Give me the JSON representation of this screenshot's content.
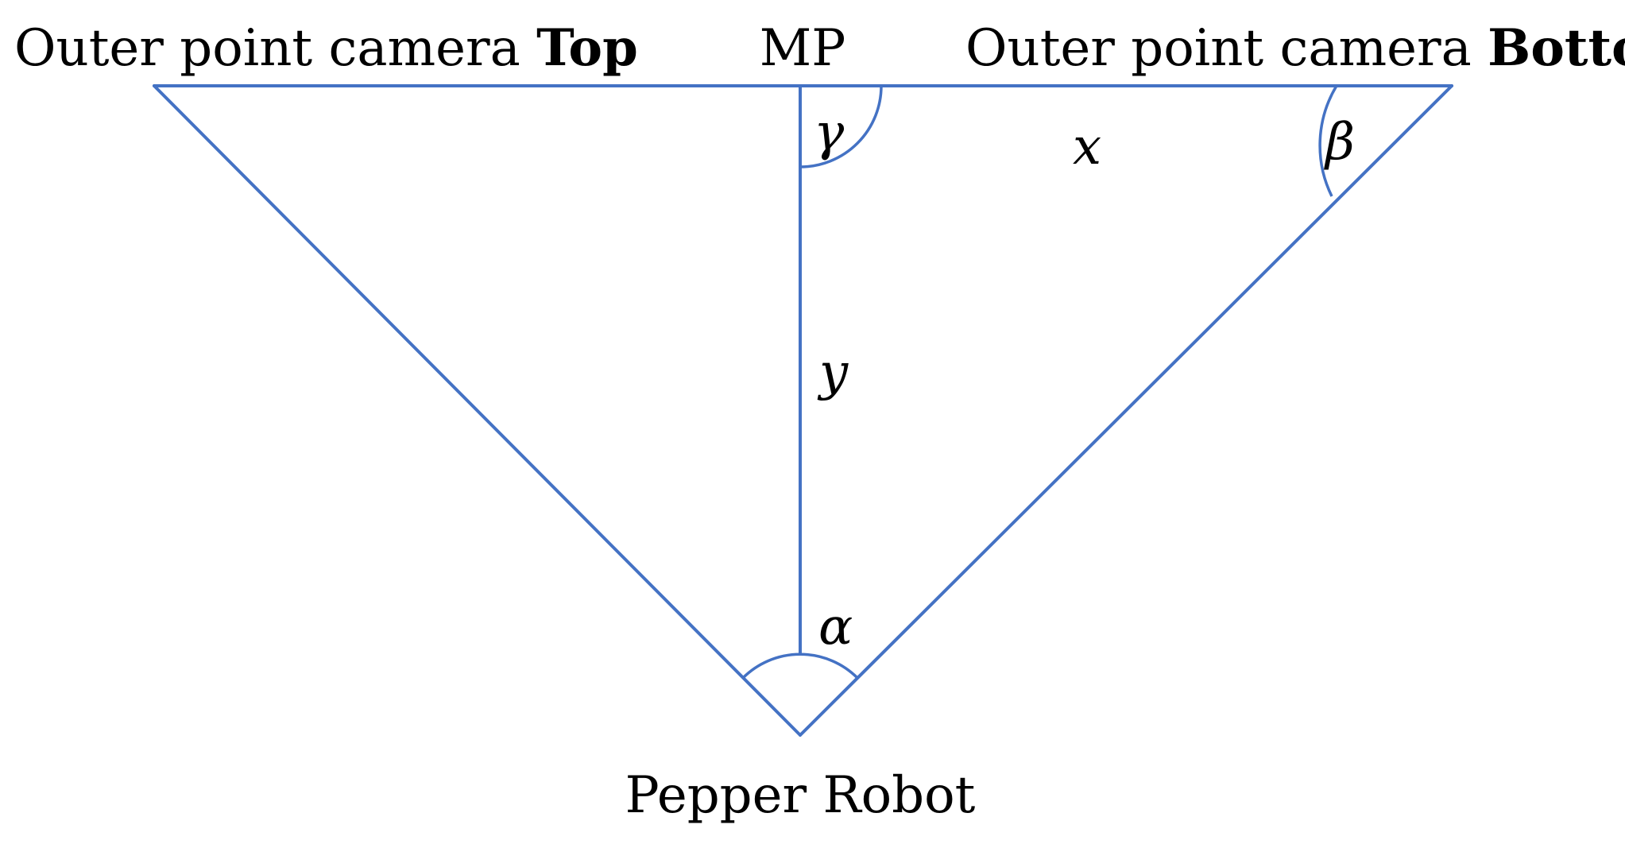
{
  "diagram": {
    "colors": {
      "line": "#4472c4",
      "text": "#000000",
      "background": "#ffffff"
    },
    "labels": {
      "top_left_prefix": "Outer point camera ",
      "top_left_bold": "Top",
      "midpoint": "MP",
      "top_right_prefix": "Outer point camera ",
      "top_right_bold": "Bottom",
      "bottom": "Pepper Robot"
    },
    "angles": {
      "gamma": "γ",
      "beta": "β",
      "alpha": "α"
    },
    "segments": {
      "x": "x",
      "y": "y"
    }
  }
}
